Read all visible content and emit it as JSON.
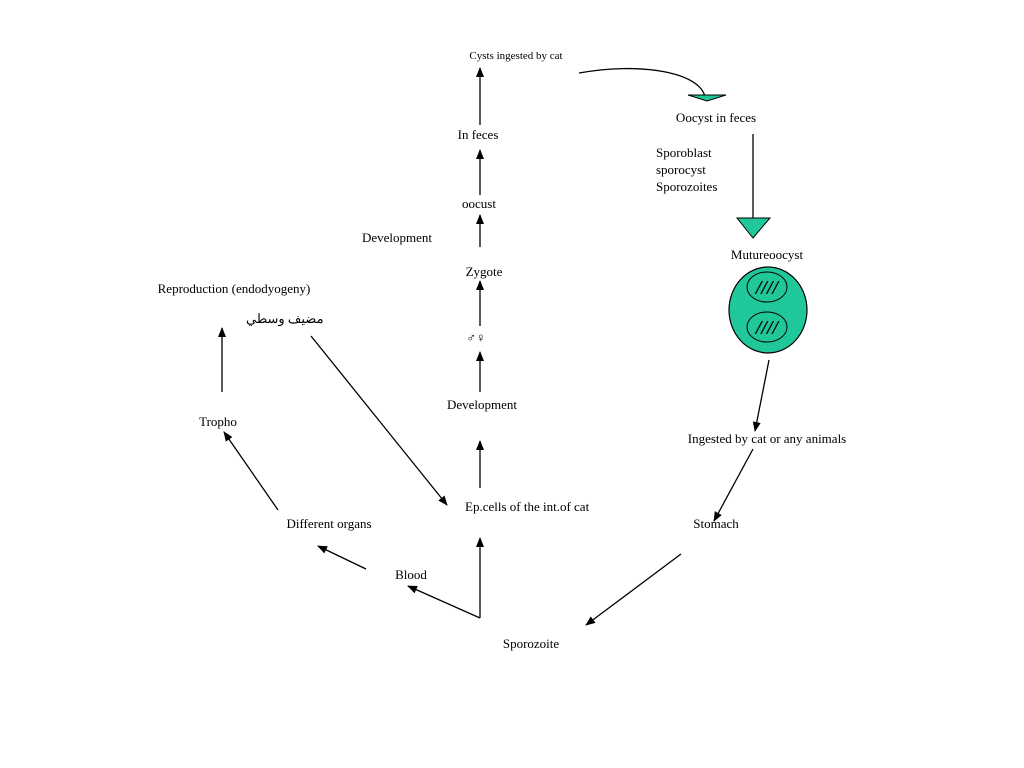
{
  "nodes": {
    "cysts_ingested": "Cysts ingested by cat",
    "in_feces": "In feces",
    "oocust": "oocust",
    "development_top": "Development",
    "zygote": "Zygote",
    "gametes": "♂♀",
    "development_mid": "Development",
    "ep_cells": "Ep.cells of the int.of cat",
    "sporozoite": "Sporozoite",
    "blood": "Blood",
    "different_organs": "Different organs",
    "tropho": "Tropho",
    "reproduction": "Reproduction (endodyogeny)",
    "intermediate_host": "مضيف وسطي",
    "oocyst_in_feces": "Oocyst in feces",
    "sporoblast": "Sporoblast",
    "sporocyst": "sporocyst",
    "sporozoites": "Sporozoites",
    "mature_oocyst": "Mutureoocyst",
    "ingested_by": "Ingested by cat or any animals",
    "stomach": "Stomach"
  },
  "oocyst_marks": [
    "////",
    "////"
  ],
  "colors": {
    "accent_fill": "#1fc79a",
    "stroke": "#000000"
  }
}
